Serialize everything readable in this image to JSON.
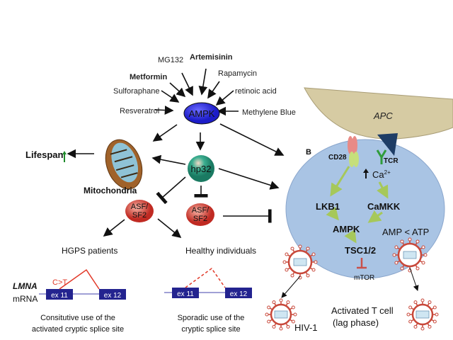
{
  "colors": {
    "ampk_node": "#2f2fe6",
    "hp32_node": "#2e9a80",
    "asf_node": "#c9352b",
    "cell": "#a9c4e4",
    "apc": "#d6cba3",
    "exon": "#23238f",
    "splice": "#e23a2a",
    "lifespan_arrow": "#1e8a2a",
    "virus": "#c8483a"
  },
  "left_panel": {
    "compounds": [
      "MG132",
      "Artemisinin",
      "Rapamycin",
      "Metformin",
      "Sulforaphane",
      "retinoic acid",
      "Resveratrol",
      "Methylene Blue"
    ],
    "ampk": "AMPK",
    "hp32": "hp32",
    "asf_left": [
      "ASF/",
      "SF2"
    ],
    "asf_right": [
      "ASF/",
      "SF2"
    ],
    "lifespan": "Lifespan",
    "mitochondria": "Mitochondria",
    "hgps": "HGPS patients",
    "healthy": "Healthy individuals",
    "lmna": "LMNA",
    "mrna": "mRNA",
    "mutation": "C>T",
    "ex11": "ex 11",
    "ex12": "ex 12",
    "caption_left": [
      "Consitutive use of the",
      "activated cryptic splice site"
    ],
    "caption_right": [
      "Sporadic use of the",
      "cryptic splice site"
    ]
  },
  "right_panel": {
    "panel_label": "B",
    "apc": "APC",
    "cd28": "CD28",
    "tcr": "TCR",
    "ca": "Ca",
    "ca_sup": "2+",
    "lkb1": "LKB1",
    "camkk": "CaMKK",
    "ampk": "AMPK",
    "tsc": "TSC1/2",
    "mtor": "mTOR",
    "amp_atp": "AMP < ATP",
    "hiv": "HIV-1",
    "tcell": [
      "Activated T cell",
      "(lag phase)"
    ]
  }
}
